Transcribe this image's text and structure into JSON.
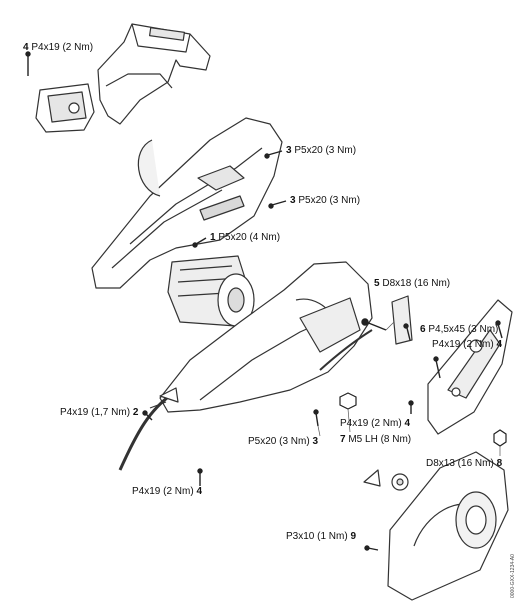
{
  "callouts": [
    {
      "id": "c1",
      "num": "4",
      "text": "P4x19 (2 Nm)"
    },
    {
      "id": "c2",
      "num": "3",
      "text": "P5x20 (3 Nm)"
    },
    {
      "id": "c3",
      "num": "3",
      "text": "P5x20 (3 Nm)"
    },
    {
      "id": "c4",
      "num": "1",
      "text": "P5x20 (4 Nm)"
    },
    {
      "id": "c5",
      "num": "5",
      "text": "D8x18 (16 Nm)"
    },
    {
      "id": "c6",
      "num": "6",
      "text": "P4,5x45 (3 Nm)"
    },
    {
      "id": "c7",
      "num": "4",
      "text": "P4x19 (2 Nm)"
    },
    {
      "id": "c8",
      "num": "2",
      "text": "P4x19 (1,7 Nm)"
    },
    {
      "id": "c9",
      "num": "4",
      "text": "P4x19 (2 Nm)"
    },
    {
      "id": "c10",
      "num": "3",
      "text": "P5x20 (3 Nm)"
    },
    {
      "id": "c11",
      "num": "7",
      "text": "M5 LH (8 Nm)"
    },
    {
      "id": "c12",
      "num": "8",
      "text": "D8x13 (16 Nm)"
    },
    {
      "id": "c13",
      "num": "4",
      "text": "P4x19 (2 Nm)"
    },
    {
      "id": "c14",
      "num": "9",
      "text": "P3x10 (1 Nm)"
    }
  ],
  "drawing_code": "0000-GXX-1234-A0",
  "icons": [
    "screw-icon",
    "nut-icon",
    "chain-saw-housing-drawing"
  ],
  "colors": {
    "line": "#333333",
    "fill": "#ffffff",
    "shade": "#e6e6e6"
  }
}
